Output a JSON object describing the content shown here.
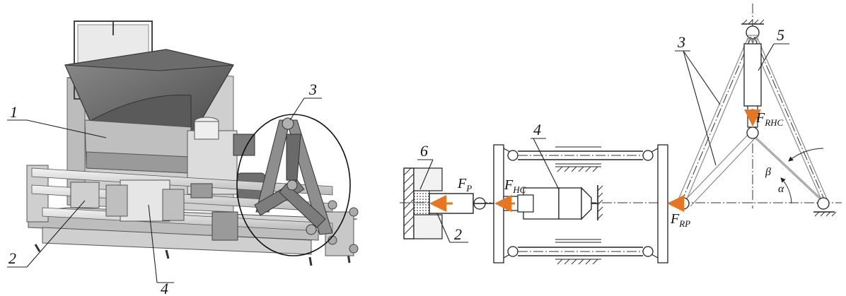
{
  "left_figure": {
    "labels": {
      "hopper": "1",
      "piston": "2",
      "toggle_mechanism": "3",
      "hydraulic_cylinder": "4"
    }
  },
  "right_figure": {
    "labels": {
      "pressing_chamber": "6",
      "piston": "2",
      "hydraulic_cylinder": "4",
      "toggle_links": "3",
      "vertical_cylinder": "5"
    },
    "forces": {
      "fp": {
        "main": "F",
        "sub": "P"
      },
      "fhc": {
        "main": "F",
        "sub": "HC"
      },
      "frhc": {
        "main": "F",
        "sub": "RHC"
      },
      "frp": {
        "main": "F",
        "sub": "RP"
      }
    },
    "angles": {
      "beta": "β",
      "alpha": "α"
    }
  },
  "colors": {
    "force_arrow": "#e8761e",
    "line": "#222222",
    "gray_link": "#8a8a8a"
  }
}
